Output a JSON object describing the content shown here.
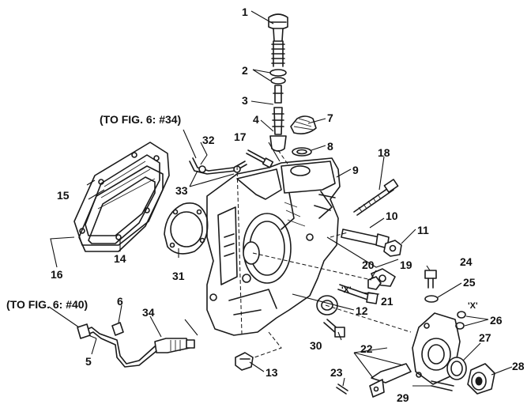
{
  "diagram": {
    "callouts": [
      {
        "id": "c1",
        "text": "1"
      },
      {
        "id": "c2",
        "text": "2"
      },
      {
        "id": "c3",
        "text": "3"
      },
      {
        "id": "c4",
        "text": "4"
      },
      {
        "id": "c5",
        "text": "5"
      },
      {
        "id": "c6",
        "text": "6"
      },
      {
        "id": "c7",
        "text": "7"
      },
      {
        "id": "c8",
        "text": "8"
      },
      {
        "id": "c9",
        "text": "9"
      },
      {
        "id": "c10",
        "text": "10"
      },
      {
        "id": "c11",
        "text": "11"
      },
      {
        "id": "c12",
        "text": "12"
      },
      {
        "id": "c13",
        "text": "13"
      },
      {
        "id": "c14",
        "text": "14"
      },
      {
        "id": "c15",
        "text": "15"
      },
      {
        "id": "c16",
        "text": "16"
      },
      {
        "id": "c17",
        "text": "17"
      },
      {
        "id": "c18",
        "text": "18"
      },
      {
        "id": "c19",
        "text": "19"
      },
      {
        "id": "c20",
        "text": "20"
      },
      {
        "id": "c21",
        "text": "21"
      },
      {
        "id": "c22",
        "text": "22"
      },
      {
        "id": "c23",
        "text": "23"
      },
      {
        "id": "c24",
        "text": "24"
      },
      {
        "id": "c25",
        "text": "25"
      },
      {
        "id": "c26",
        "text": "26"
      },
      {
        "id": "c27",
        "text": "27"
      },
      {
        "id": "c28",
        "text": "28"
      },
      {
        "id": "c29",
        "text": "29"
      },
      {
        "id": "c30",
        "text": "30"
      },
      {
        "id": "c31",
        "text": "31"
      },
      {
        "id": "c32",
        "text": "32"
      },
      {
        "id": "c33",
        "text": "33"
      },
      {
        "id": "c34",
        "text": "34"
      }
    ],
    "references": [
      {
        "id": "ref-fig6-34",
        "text": "(TO FIG. 6: #34)"
      },
      {
        "id": "ref-fig6-40",
        "text": "(TO FIG. 6: #40)"
      }
    ],
    "markers": [
      {
        "id": "x-mark-1",
        "text": "'X'"
      },
      {
        "id": "x-mark-2",
        "text": "'X'"
      }
    ]
  }
}
